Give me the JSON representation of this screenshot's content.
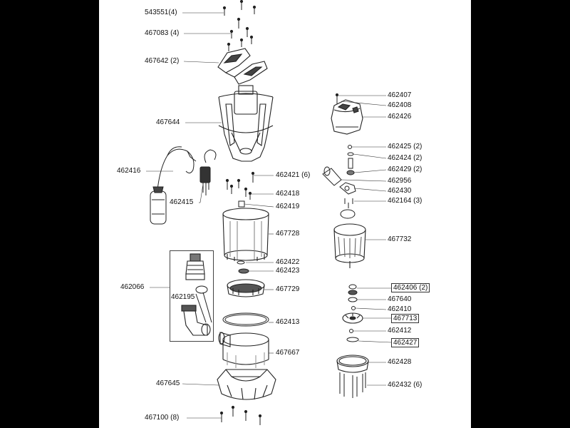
{
  "labels": [
    {
      "id": "543551",
      "text": "543551(4)"
    },
    {
      "id": "467083",
      "text": "467083 (4)"
    },
    {
      "id": "467642",
      "text": "467642 (2)"
    },
    {
      "id": "467644",
      "text": "467644"
    },
    {
      "id": "462416",
      "text": "462416"
    },
    {
      "id": "462415",
      "text": "462415"
    },
    {
      "id": "462421",
      "text": "462421 (6)"
    },
    {
      "id": "462418",
      "text": "462418"
    },
    {
      "id": "462419",
      "text": "462419"
    },
    {
      "id": "467728",
      "text": "467728"
    },
    {
      "id": "462066",
      "text": "462066"
    },
    {
      "id": "462195",
      "text": "462195"
    },
    {
      "id": "462422",
      "text": "462422"
    },
    {
      "id": "462423",
      "text": "462423"
    },
    {
      "id": "467729",
      "text": "467729"
    },
    {
      "id": "462413",
      "text": "462413"
    },
    {
      "id": "467667",
      "text": "467667"
    },
    {
      "id": "467645",
      "text": "467645"
    },
    {
      "id": "467100",
      "text": "467100 (8)"
    },
    {
      "id": "462407",
      "text": "462407"
    },
    {
      "id": "462408",
      "text": "462408"
    },
    {
      "id": "462426",
      "text": "462426"
    },
    {
      "id": "462425",
      "text": "462425 (2)"
    },
    {
      "id": "462424",
      "text": "462424 (2)"
    },
    {
      "id": "462429",
      "text": "462429 (2)"
    },
    {
      "id": "462956",
      "text": "462956"
    },
    {
      "id": "462430",
      "text": "462430"
    },
    {
      "id": "462164",
      "text": "462164 (3)"
    },
    {
      "id": "467732",
      "text": "467732"
    },
    {
      "id": "462406",
      "text": "462406 (2)",
      "boxed": true
    },
    {
      "id": "467640",
      "text": "467640"
    },
    {
      "id": "462410",
      "text": "462410"
    },
    {
      "id": "467713",
      "text": "467713",
      "boxed": true
    },
    {
      "id": "462412",
      "text": "462412"
    },
    {
      "id": "462427",
      "text": "462427",
      "boxed": true
    },
    {
      "id": "462428",
      "text": "462428"
    },
    {
      "id": "462432",
      "text": "462432 (6)"
    }
  ],
  "colors": {
    "ink": "#111111",
    "background": "#ffffff",
    "frame": "#000000"
  }
}
